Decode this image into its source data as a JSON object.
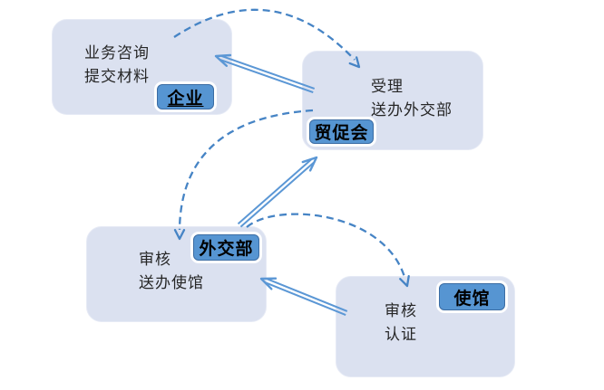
{
  "colors": {
    "background": "#ffffff",
    "node_fill": "#dbe1f0",
    "node_text": "#262626",
    "badge_fill": "#5695d2",
    "badge_border": "#3b6ca3",
    "badge_text": "#000000",
    "dash_arrow": "#4684c5",
    "double_arrow": "#5b97d5"
  },
  "nodes": [
    {
      "id": "enterprise",
      "badge": "企业",
      "lines": [
        "业务咨询",
        "提交材料"
      ]
    },
    {
      "id": "ccpit",
      "badge": "贸促会",
      "lines": [
        "受理",
        "送办外交部"
      ]
    },
    {
      "id": "mofa",
      "badge": "外交部",
      "lines": [
        "审核",
        "送办使馆"
      ]
    },
    {
      "id": "embassy",
      "badge": "使馆",
      "lines": [
        "审核",
        "认证"
      ]
    }
  ],
  "flows": [
    {
      "from": "企业",
      "to": "贸促会",
      "style": "dashed-curve"
    },
    {
      "from": "贸促会",
      "to": "企业",
      "style": "double-line"
    },
    {
      "from": "贸促会",
      "to": "外交部",
      "style": "dashed-curve"
    },
    {
      "from": "外交部",
      "to": "贸促会",
      "style": "double-line"
    },
    {
      "from": "外交部",
      "to": "使馆",
      "style": "dashed-curve"
    },
    {
      "from": "使馆",
      "to": "外交部",
      "style": "double-line"
    }
  ]
}
